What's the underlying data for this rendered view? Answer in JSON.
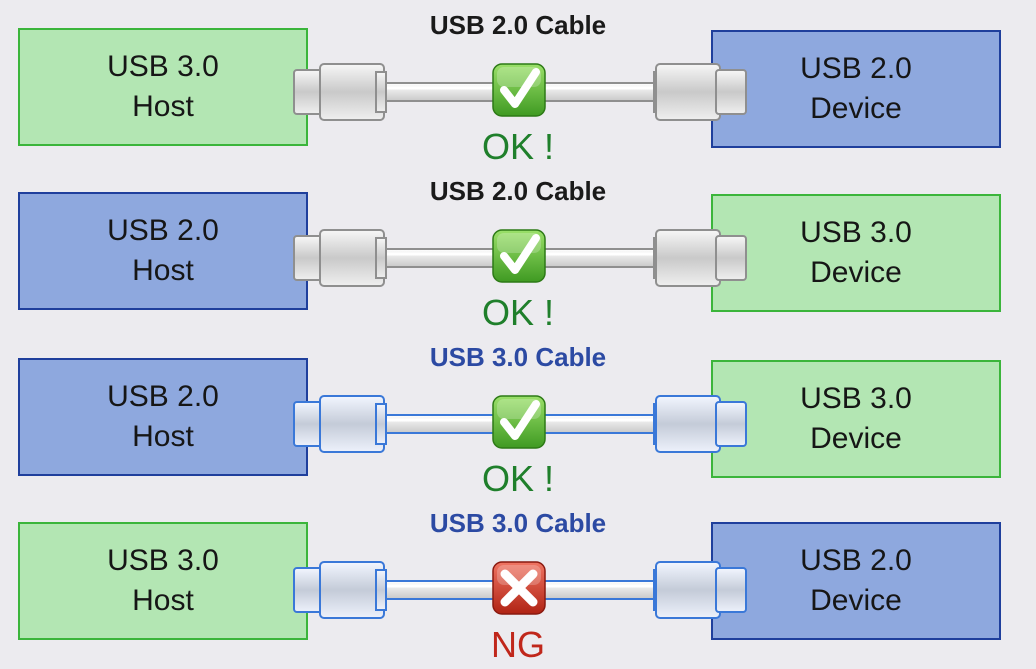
{
  "rows": [
    {
      "cable_label": "USB 2.0 Cable",
      "cable_type": "usb2",
      "host": {
        "line1": "USB 3.0",
        "line2": "Host",
        "color": "green"
      },
      "device": {
        "line1": "USB 2.0",
        "line2": "Device",
        "color": "blue"
      },
      "status": {
        "icon": "checkmark-icon",
        "text": "OK !",
        "state": "ok"
      }
    },
    {
      "cable_label": "USB 2.0 Cable",
      "cable_type": "usb2",
      "host": {
        "line1": "USB 2.0",
        "line2": "Host",
        "color": "blue"
      },
      "device": {
        "line1": "USB 3.0",
        "line2": "Device",
        "color": "green"
      },
      "status": {
        "icon": "checkmark-icon",
        "text": "OK !",
        "state": "ok"
      }
    },
    {
      "cable_label": "USB 3.0 Cable",
      "cable_type": "usb3",
      "host": {
        "line1": "USB 2.0",
        "line2": "Host",
        "color": "blue"
      },
      "device": {
        "line1": "USB 3.0",
        "line2": "Device",
        "color": "green"
      },
      "status": {
        "icon": "checkmark-icon",
        "text": "OK !",
        "state": "ok"
      }
    },
    {
      "cable_label": "USB 3.0 Cable",
      "cable_type": "usb3",
      "host": {
        "line1": "USB 3.0",
        "line2": "Host",
        "color": "green"
      },
      "device": {
        "line1": "USB 2.0",
        "line2": "Device",
        "color": "blue"
      },
      "status": {
        "icon": "cross-icon",
        "text": "NG",
        "state": "ng"
      }
    }
  ],
  "colors": {
    "green_fill": "#b3e6b3",
    "green_border": "#3bb53b",
    "blue_fill": "#8ea8de",
    "blue_border": "#1f3f9c",
    "usb3_title": "#2c4aa3",
    "ok_text": "#1f7f2b",
    "ng_text": "#c0271b",
    "ok_badge": "#6cc03a",
    "ng_badge": "#d8412c"
  }
}
